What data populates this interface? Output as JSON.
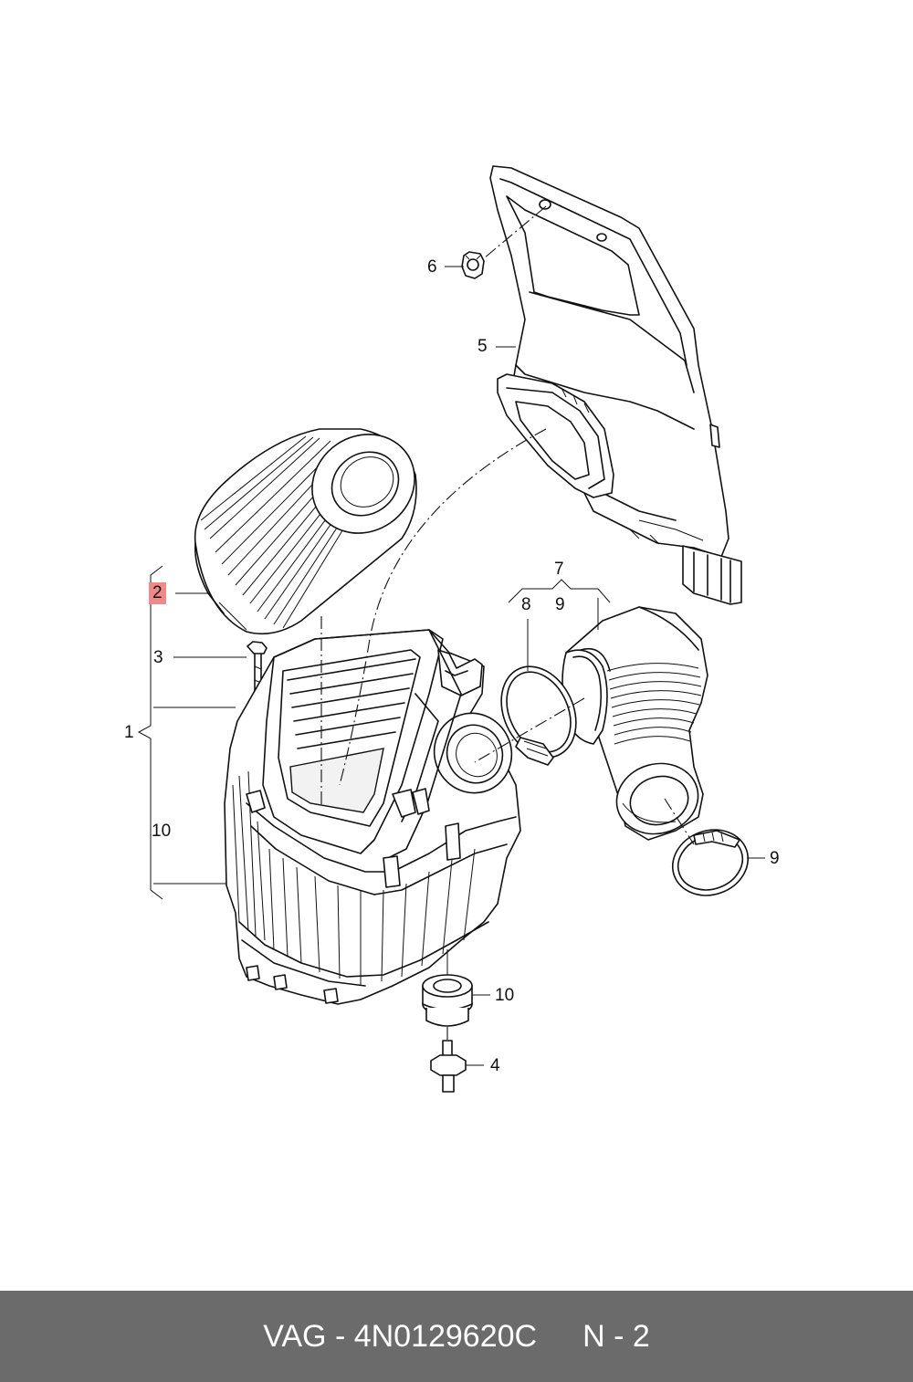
{
  "callouts": [
    {
      "id": "c1",
      "label": "1"
    },
    {
      "id": "c2",
      "label": "2"
    },
    {
      "id": "c3",
      "label": "3"
    },
    {
      "id": "c4",
      "label": "4"
    },
    {
      "id": "c5",
      "label": "5"
    },
    {
      "id": "c6",
      "label": "6"
    },
    {
      "id": "c7",
      "label": "7"
    },
    {
      "id": "c8",
      "label": "8"
    },
    {
      "id": "c9a",
      "label": "9"
    },
    {
      "id": "c9b",
      "label": "9"
    },
    {
      "id": "c10a",
      "label": "10"
    },
    {
      "id": "c10b",
      "label": "10"
    }
  ],
  "highlight_color": "#f08a8a",
  "footer": {
    "brand": "VAG - 4N0129620C",
    "page": "N - 2",
    "background": "#6b6b6b"
  }
}
